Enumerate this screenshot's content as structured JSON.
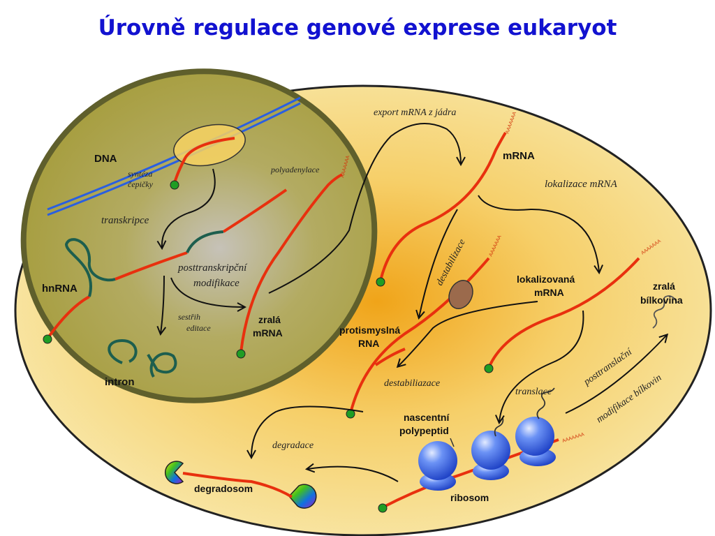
{
  "title": "Úrovně regulace genové exprese eukaryot",
  "labels": {
    "dna": "DNA",
    "synteza_line1": "syntéza",
    "synteza_line2": "čepičky",
    "transkripce": "transkripce",
    "hnrna": "hnRNA",
    "posttranskripcni_line1": "posttranskripční",
    "posttranskripcni_line2": "modifikace",
    "sestrih_line1": "sestřih",
    "sestrih_line2": "editace",
    "intron": "intron",
    "zrala_mrna_line1": "zralá",
    "zrala_mrna_line2": "mRNA",
    "polyadenylace": "polyadenylace",
    "export": "export mRNA z jádra",
    "mrna": "mRNA",
    "lokalizace_mrna": "lokalizace mRNA",
    "destabilizace": "destabilizace",
    "lokalizovana_line1": "lokalizovaná",
    "lokalizovana_line2": "mRNA",
    "zrala_bilkovina_line1": "zralá",
    "zrala_bilkovina_line2": "bílkovina",
    "protismyslna_line1": "protismyslná",
    "protismyslna_line2": "RNA",
    "destabiliazace": "destabiliazace",
    "translace": "translace",
    "posttranslacni": "posttranslační",
    "modifikace_bilkovin": "modifikace bílkovin",
    "nascentni_line1": "nascentní",
    "nascentni_line2": "polypeptid",
    "degradace": "degradace",
    "degradosom": "degradosom",
    "ribosom": "ribosom",
    "polyA": "AAAAAAA"
  },
  "colors": {
    "title": "#1212d0",
    "cell_fill": "#f6e7a4",
    "cell_glow": "#f1a520",
    "nucleus_fill": "#a9a043",
    "nucleus_border": "#5f5f2c",
    "rna": "#e8300e",
    "intron": "#1d5e4e",
    "dna": "#2a5fe0",
    "cap": "#1f9d24",
    "ribosome": "#4a76f0"
  }
}
